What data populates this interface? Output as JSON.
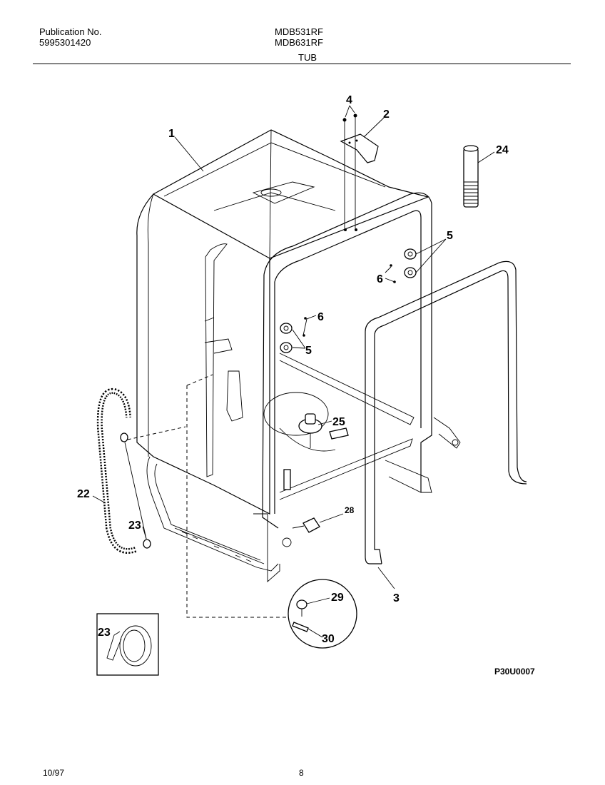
{
  "header": {
    "publication_label": "Publication No.",
    "publication_number": "5995301420",
    "model_line_1": "MDB531RF",
    "model_line_2": "MDB631RF",
    "section_title": "TUB"
  },
  "diagram": {
    "figure_code": "P30U0007",
    "callouts": {
      "c1": "1",
      "c2": "2",
      "c3": "3",
      "c4": "4",
      "c5a": "5",
      "c5b": "5",
      "c6a": "6",
      "c6b": "6",
      "c22": "22",
      "c23a": "23",
      "c23b": "23",
      "c24": "24",
      "c25": "25",
      "c28": "28",
      "c29": "29",
      "c30": "30"
    }
  },
  "footer": {
    "date": "10/97",
    "page_number": "8"
  }
}
